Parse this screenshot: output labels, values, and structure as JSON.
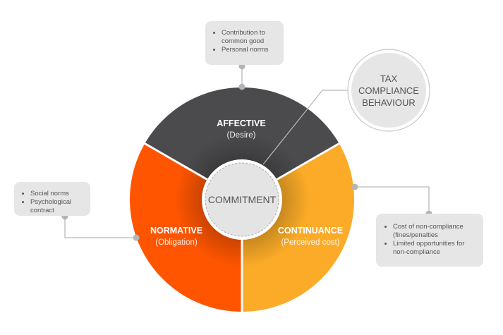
{
  "center": {
    "label": "COMMITMENT"
  },
  "outcome": {
    "line1": "TAX",
    "line2": "COMPLIANCE",
    "line3": "BEHAVIOUR"
  },
  "segments": {
    "affective": {
      "title": "AFFECTIVE",
      "subtitle": "(Desire)",
      "color": "#4b4b4d"
    },
    "normative": {
      "title": "NORMATIVE",
      "subtitle": "(Obligation)",
      "color": "#ff5500"
    },
    "continuance": {
      "title": "CONTINUANCE",
      "subtitle": "(Perceived cost)",
      "color": "#fbab27"
    }
  },
  "boxes": {
    "affective": [
      "Contribution to common good",
      "Personal norms"
    ],
    "normative": [
      "Social norms",
      "Psychological contract"
    ],
    "continuance": [
      "Cost of non-compliance (fines/penalties",
      "Limited opportunities for non-compliance"
    ]
  }
}
